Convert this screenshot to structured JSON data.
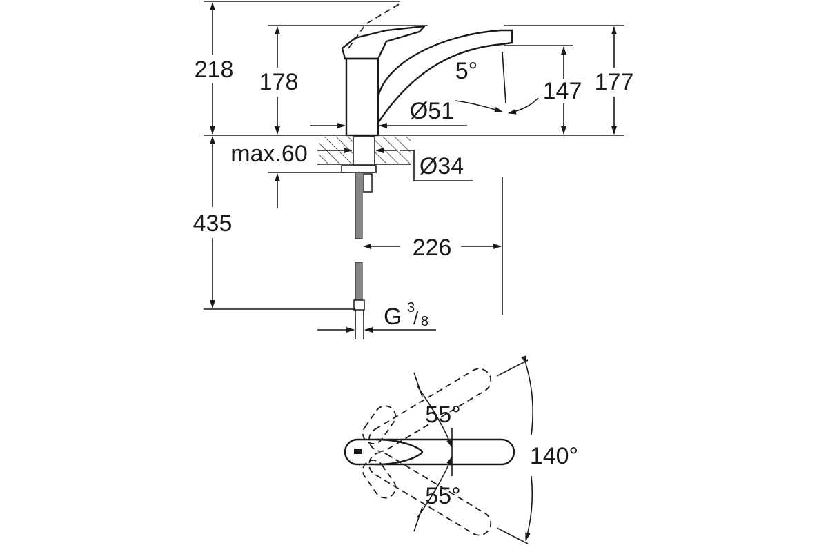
{
  "drawing": {
    "side_view": {
      "total_height": "218",
      "body_height": "178",
      "spout_top_height": "177",
      "spout_outlet_height": "147",
      "outlet_angle": "5°",
      "body_diameter": "Ø51",
      "deck_thickness": "max.60",
      "hole_diameter": "Ø34",
      "hose_length": "435",
      "spout_reach": "226",
      "connection_thread": "G",
      "thread_num": "3",
      "thread_den": "8"
    },
    "top_view": {
      "angle_up": "55°",
      "angle_down": "55°",
      "swivel_range": "140°"
    }
  }
}
